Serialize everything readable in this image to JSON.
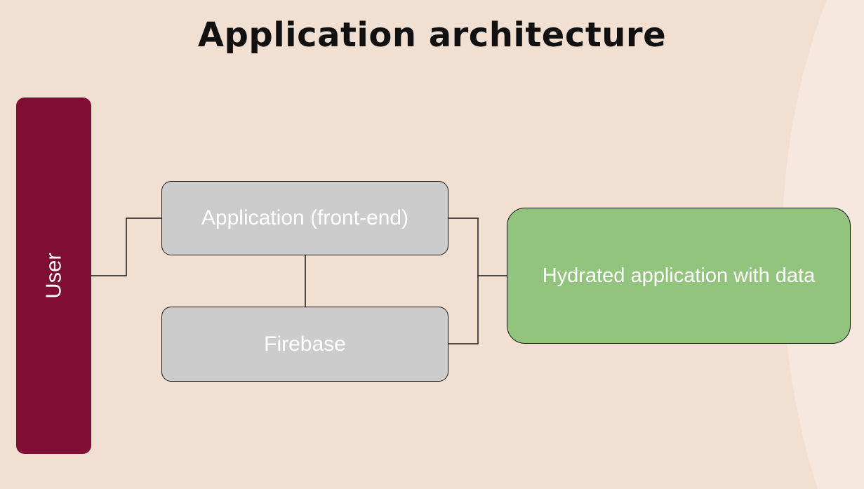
{
  "title": "Application architecture",
  "nodes": {
    "user": "User",
    "frontend": "Application (front-end)",
    "firebase": "Firebase",
    "hydrated": "Hydrated application with data"
  },
  "colors": {
    "background": "#f1dfd2",
    "background_curve": "#f6e8df",
    "user_fill": "#800d33",
    "gray_box_fill": "#cccccc",
    "green_box_fill": "#93c47d",
    "connector": "#1a1a1a"
  }
}
